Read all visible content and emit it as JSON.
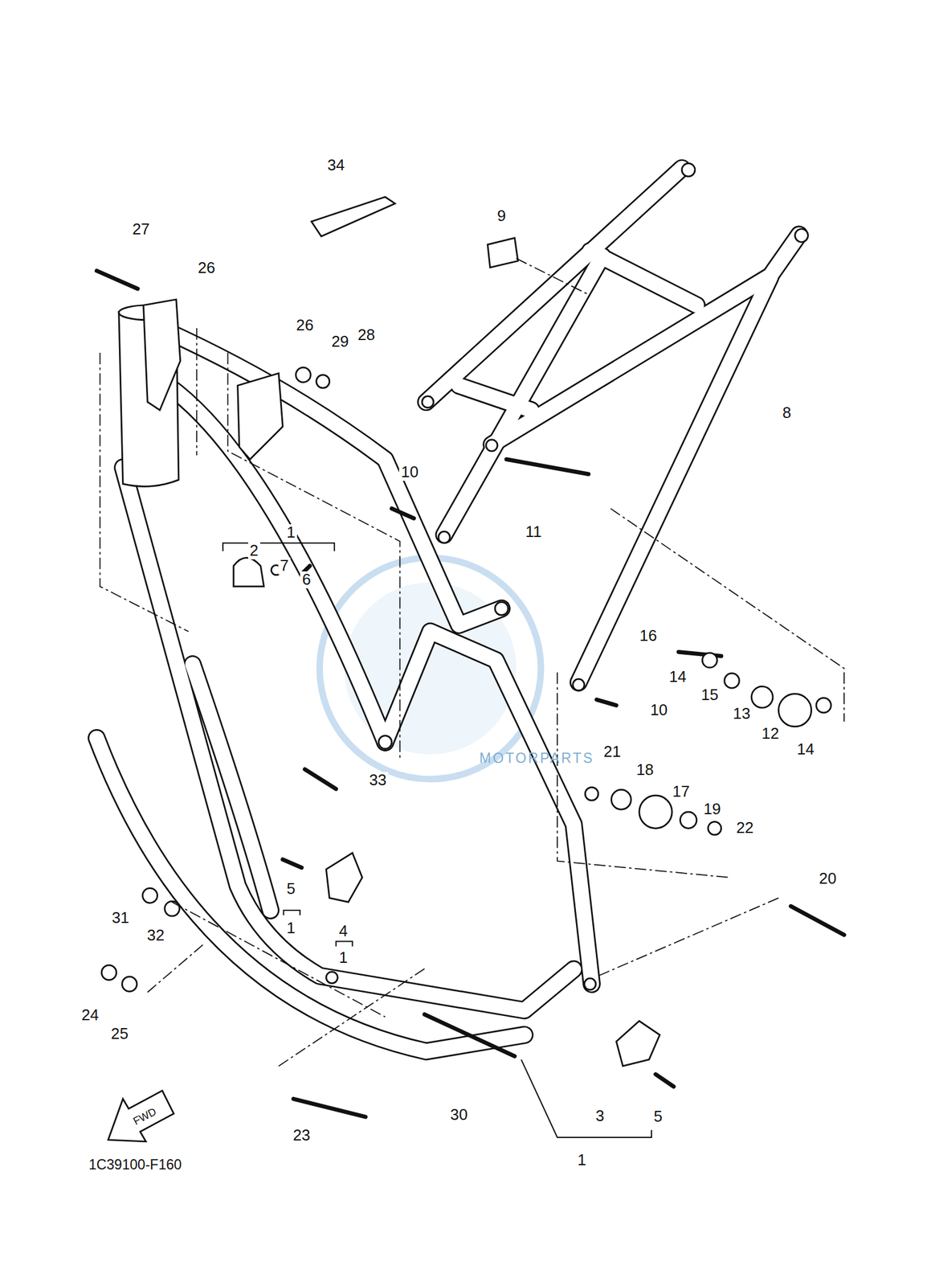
{
  "diagram": {
    "labels": [
      "34",
      "27",
      "9",
      "26",
      "26",
      "29",
      "28",
      "8",
      "10",
      "1",
      "2",
      "7",
      "6",
      "11",
      "16",
      "14",
      "15",
      "13",
      "10",
      "12",
      "14",
      "21",
      "18",
      "17",
      "19",
      "22",
      "33",
      "20",
      "31",
      "32",
      "5",
      "1",
      "4",
      "1",
      "24",
      "25",
      "23",
      "30",
      "3",
      "5",
      "1",
      "FWD",
      "1C39100-F160",
      "MOTORPARTS"
    ]
  }
}
